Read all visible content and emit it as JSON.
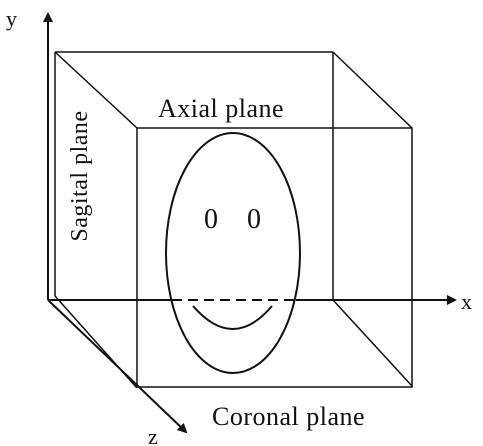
{
  "labels": {
    "axial_plane": "Axial plane",
    "sagital_plane": "Sagital plane",
    "coronal_plane": "Coronal plane",
    "axis_x": "x",
    "axis_y": "y",
    "axis_z": "z"
  },
  "face_features": {
    "eyes": [
      "0",
      "0"
    ]
  },
  "colors": {
    "line": "#111111",
    "background": "#ffffff"
  }
}
